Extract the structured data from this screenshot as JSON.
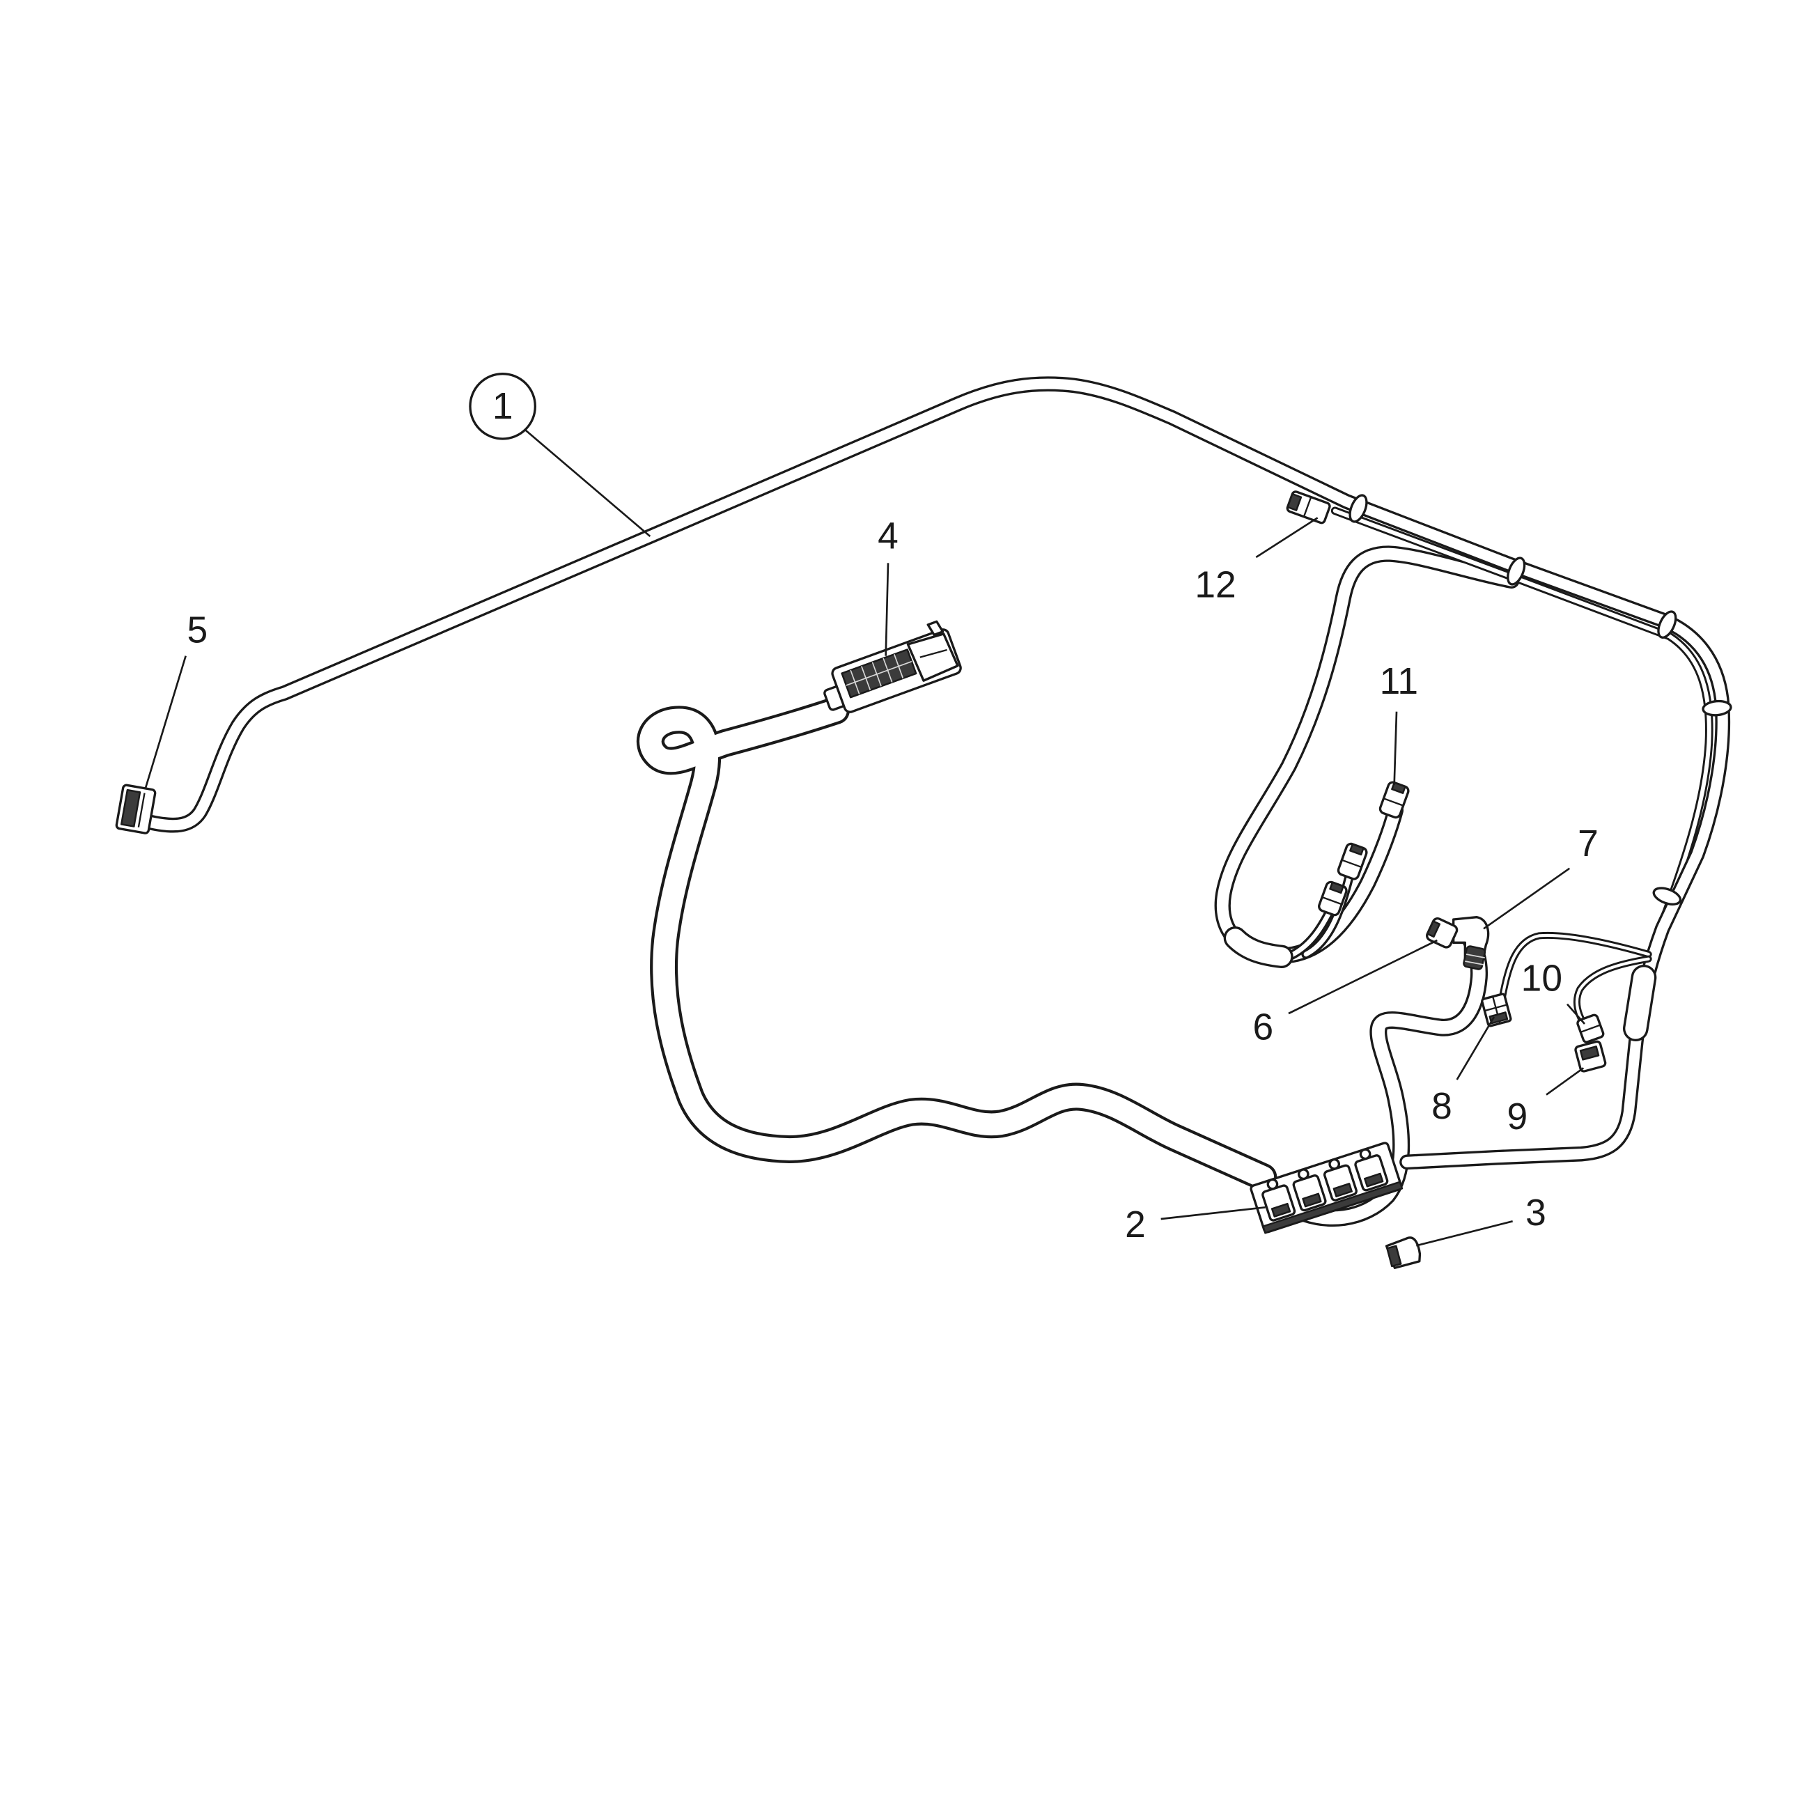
{
  "diagram": {
    "callouts": [
      {
        "label": "1"
      },
      {
        "label": "2"
      },
      {
        "label": "3"
      },
      {
        "label": "4"
      },
      {
        "label": "5"
      },
      {
        "label": "6"
      },
      {
        "label": "7"
      },
      {
        "label": "8"
      },
      {
        "label": "9"
      },
      {
        "label": "10"
      },
      {
        "label": "11"
      },
      {
        "label": "12"
      }
    ]
  },
  "colors": {
    "ink": "#1a1a1a",
    "background": "#ffffff",
    "cable": "#ffffff"
  }
}
